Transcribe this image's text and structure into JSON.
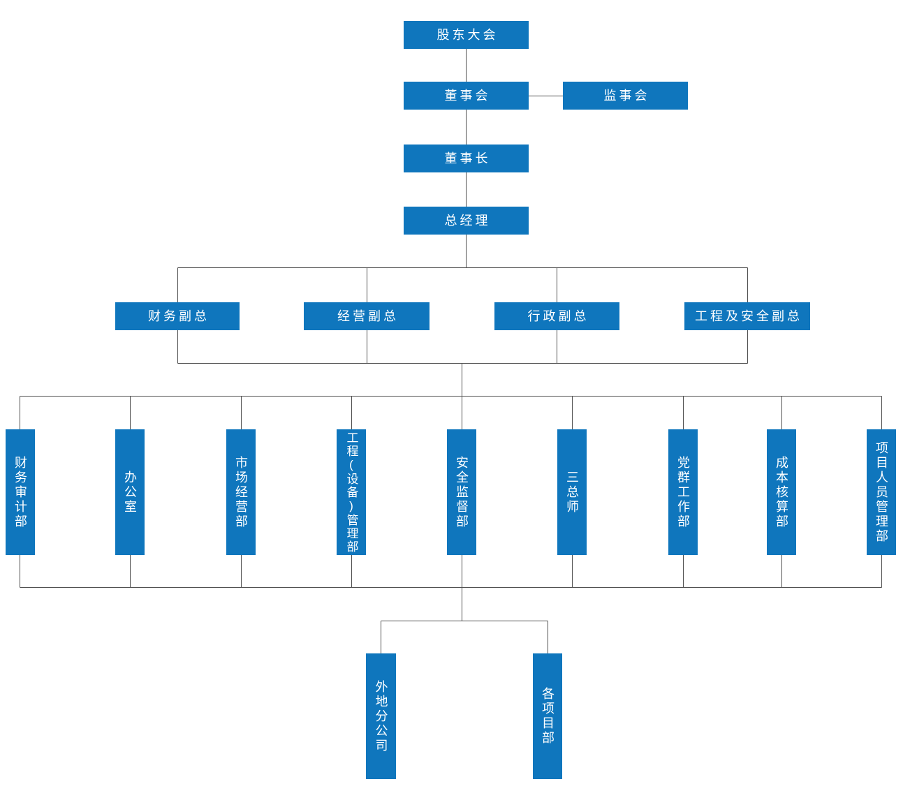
{
  "org": {
    "colors": {
      "box_fill": "#0f76bd",
      "box_text": "#ffffff",
      "connector_line": "#4f4f4f",
      "background": "#ffffff"
    },
    "nodes": {
      "shareholders_meeting": "股东大会",
      "board_of_directors": "董事会",
      "supervisory_board": "监事会",
      "chairman": "董事长",
      "general_manager": "总经理",
      "vps": {
        "finance": "财务副总",
        "operations": "经营副总",
        "administration": "行政副总",
        "engineering_safety": "工程及安全副总"
      },
      "departments": {
        "finance_audit": "财务审计部",
        "office": "办公室",
        "market_operations": "市场经营部",
        "engineering_equipment": "工程(设备)管理部",
        "safety_supervision": "安全监督部",
        "three_chief_engineers": "三总师",
        "party_mass_work": "党群工作部",
        "cost_accounting": "成本核算部",
        "project_personnel": "项目人员管理部"
      },
      "bottom": {
        "remote_branches": "外地分公司",
        "project_departments": "各项目部"
      }
    }
  }
}
